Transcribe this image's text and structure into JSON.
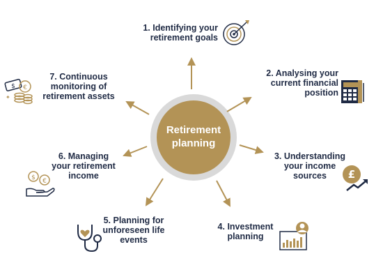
{
  "colors": {
    "gold": "#b39356",
    "navy": "#1f2a44",
    "ring": "#d9d9d9",
    "arrow": "#b39356"
  },
  "center": {
    "label": "Retirement\nplanning"
  },
  "steps": [
    {
      "label": "1. Identifying your\nretirement goals",
      "icon": "target-icon"
    },
    {
      "label": "2. Analysing your\ncurrent financial\nposition",
      "icon": "calculator-icon"
    },
    {
      "label": "3. Understanding\nyour income\nsources",
      "icon": "pound-growth-icon"
    },
    {
      "label": "4. Investment\nplanning",
      "icon": "investor-chart-icon"
    },
    {
      "label": "5. Planning for\nunforeseen life\nevents",
      "icon": "stethoscope-icon"
    },
    {
      "label": "6. Managing\nyour retirement\nincome",
      "icon": "hand-coins-icon"
    },
    {
      "label": "7. Continuous\nmonitoring of\nretirement assets",
      "icon": "money-coins-icon"
    }
  ]
}
